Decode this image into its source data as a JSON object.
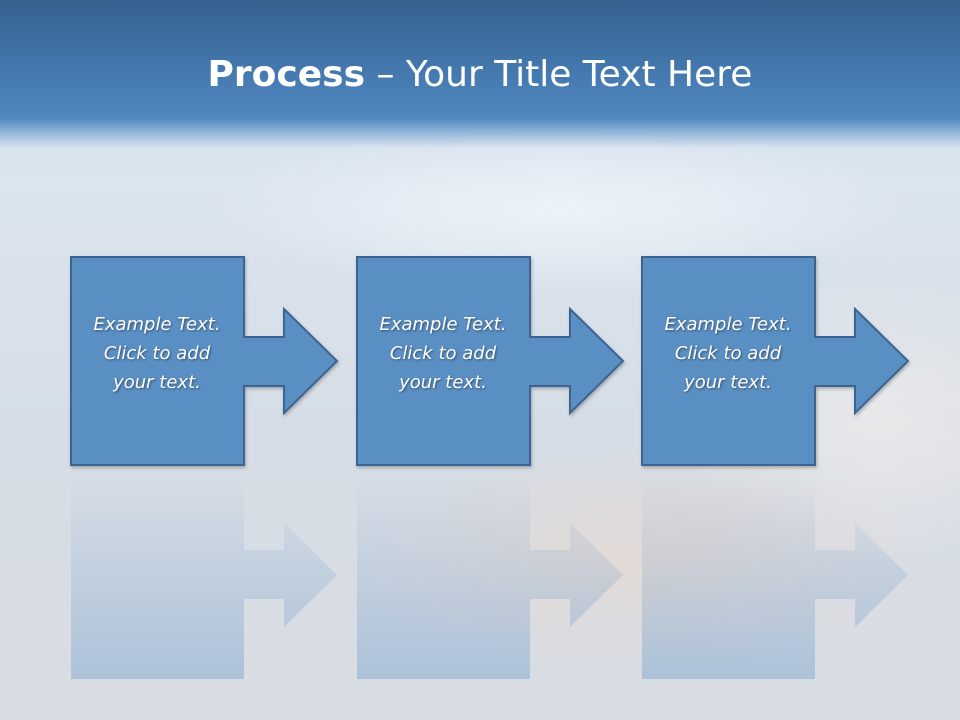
{
  "slide": {
    "title_bold": "Process",
    "title_rest": " – Your Title Text Here"
  },
  "steps": [
    {
      "line1": "Example Text.",
      "line2": "Click  to add",
      "line3": "your text."
    },
    {
      "line1": "Example Text.",
      "line2": "Click  to add",
      "line3": "your text."
    },
    {
      "line1": "Example Text.",
      "line2": "Click  to add",
      "line3": "your text."
    }
  ],
  "colors": {
    "header": "#4478ae",
    "shape_fill": "#5a8fc4",
    "shape_border": "#3a6590",
    "title_text": "#ffffff"
  }
}
